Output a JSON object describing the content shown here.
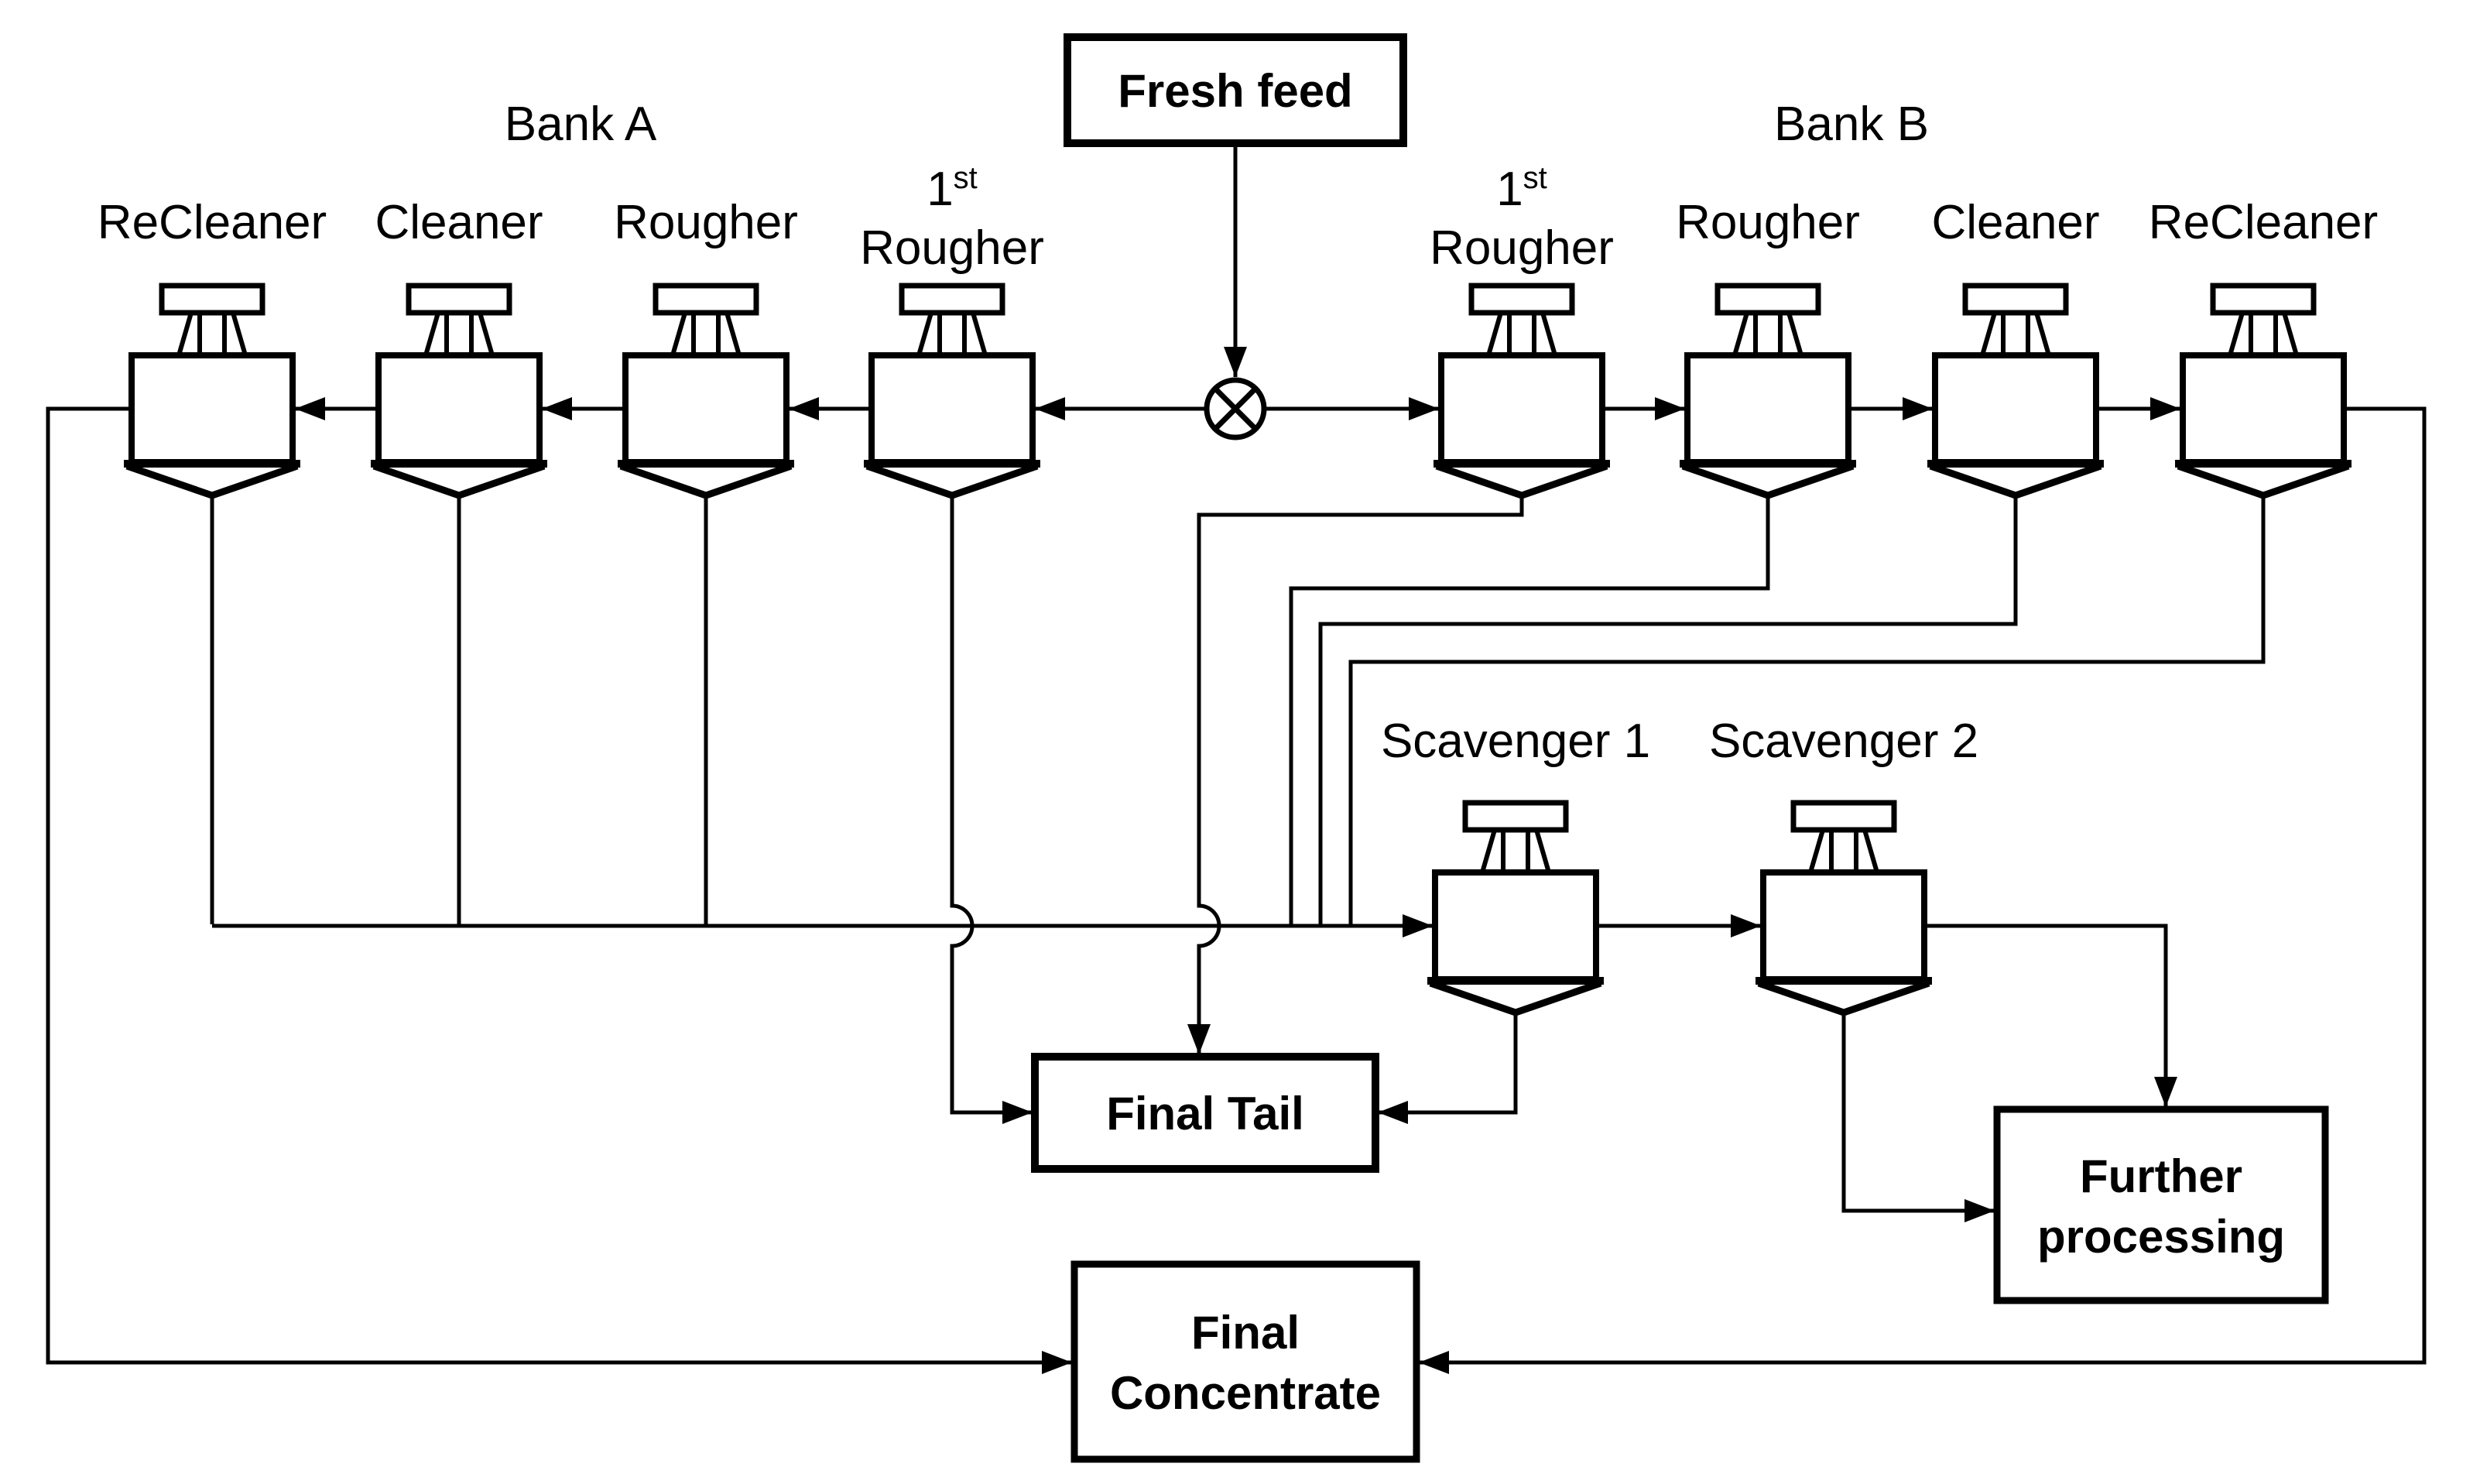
{
  "diagram": {
    "background_color": "#ffffff",
    "line_color": "#000000",
    "fresh_feed": {
      "label": "Fresh feed"
    },
    "final_tail": {
      "label": "Final Tail"
    },
    "further_processing": {
      "line1": "Further",
      "line2": "processing"
    },
    "final_concentrate": {
      "line1": "Final",
      "line2": "Concentrate"
    },
    "bank_a": {
      "title": "Bank A",
      "cells": [
        {
          "label": "ReCleaner"
        },
        {
          "label": "Cleaner"
        },
        {
          "label": "Rougher"
        },
        {
          "ordinal": "1",
          "ordinal_suffix": "st",
          "label": "Rougher"
        }
      ]
    },
    "bank_b": {
      "title": "Bank B",
      "cells": [
        {
          "ordinal": "1",
          "ordinal_suffix": "st",
          "label": "Rougher"
        },
        {
          "label": "Rougher"
        },
        {
          "label": "Cleaner"
        },
        {
          "label": "ReCleaner"
        }
      ]
    },
    "scavengers": [
      {
        "label": "Scavenger 1"
      },
      {
        "label": "Scavenger 2"
      }
    ]
  }
}
